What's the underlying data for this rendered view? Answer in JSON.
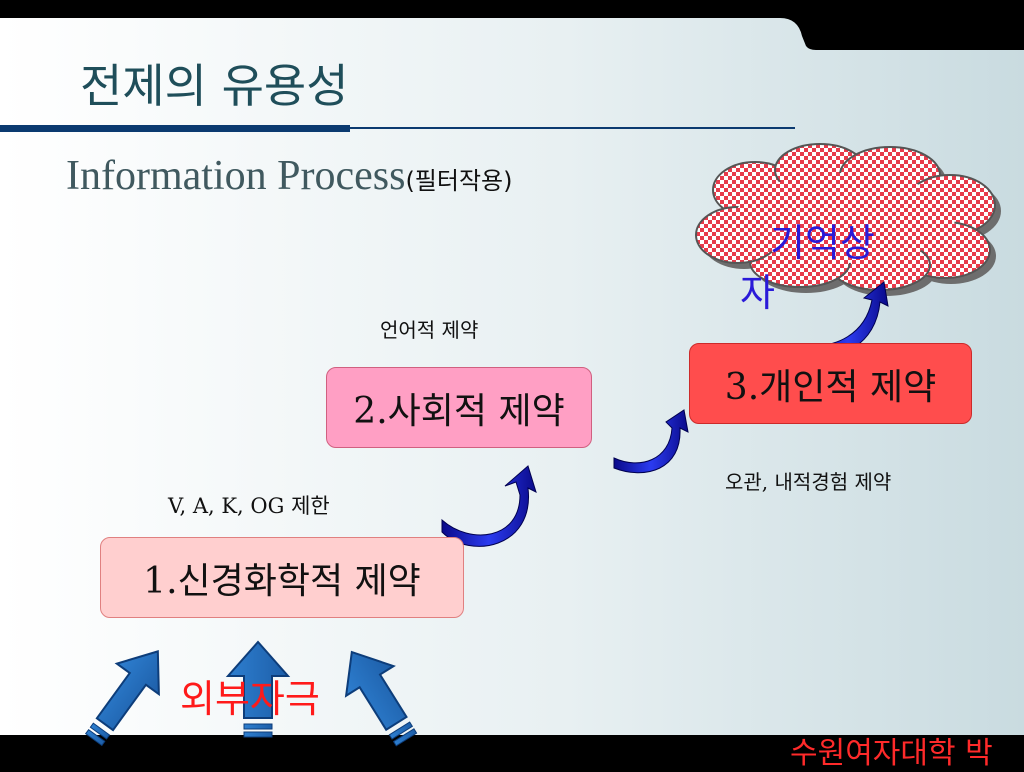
{
  "slide": {
    "title": "전제의 유용성",
    "subtitle_main": "Information Process",
    "subtitle_paren": "(필터작용)",
    "boxes": {
      "step1": "1.신경화학적 제약",
      "step2": "2.사회적 제약",
      "step3": "3.개인적 제약"
    },
    "labels": {
      "step1_note": "V, A, K, OG 제한",
      "step2_note": "언어적 제약",
      "step3_note": "오관, 내적경험 제약",
      "external_stimulus": "외부자극"
    },
    "cloud_text_line1": "기억상",
    "cloud_text_line2": "자",
    "footer": "수원여자대학 박"
  },
  "colors": {
    "title": "#1f4e5a",
    "rule": "#0b3a70",
    "box1_fill": "#ffcfcf",
    "box2_fill": "#ff9fc4",
    "box3_fill": "#ff4d4d",
    "arrow_blue": "#1a3ad4",
    "stimulus_red": "#ff1a1a",
    "cloud_text": "#2a1ad8",
    "footer_text": "#ff2a2a"
  }
}
